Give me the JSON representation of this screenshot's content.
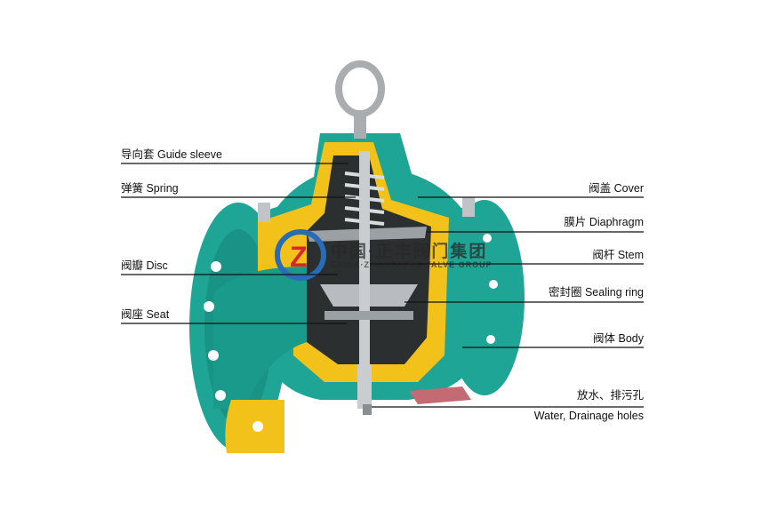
{
  "labels_left": [
    {
      "text": "导向套 Guide sleeve"
    },
    {
      "text": "弹簧 Spring"
    },
    {
      "text": "阀瓣 Disc"
    },
    {
      "text": "阀座 Seat"
    }
  ],
  "labels_right": [
    {
      "text": "阀盖 Cover"
    },
    {
      "text": "膜片 Diaphragm"
    },
    {
      "text": "阀杆 Stem"
    },
    {
      "text": "密封圈 Sealing ring"
    },
    {
      "text": "阀体 Body"
    },
    {
      "text": "放水、排污孔"
    },
    {
      "text": "Water, Drainage holes"
    }
  ],
  "watermark": {
    "cn": "中国·正丰阀门集团",
    "en": "CHINA·ZHENGFENG VALVE GROUP"
  },
  "colors": {
    "body": "#1fa596",
    "lining": "#f2c21a",
    "steel": "#b8bcc0",
    "interior": "#2c2f30"
  }
}
